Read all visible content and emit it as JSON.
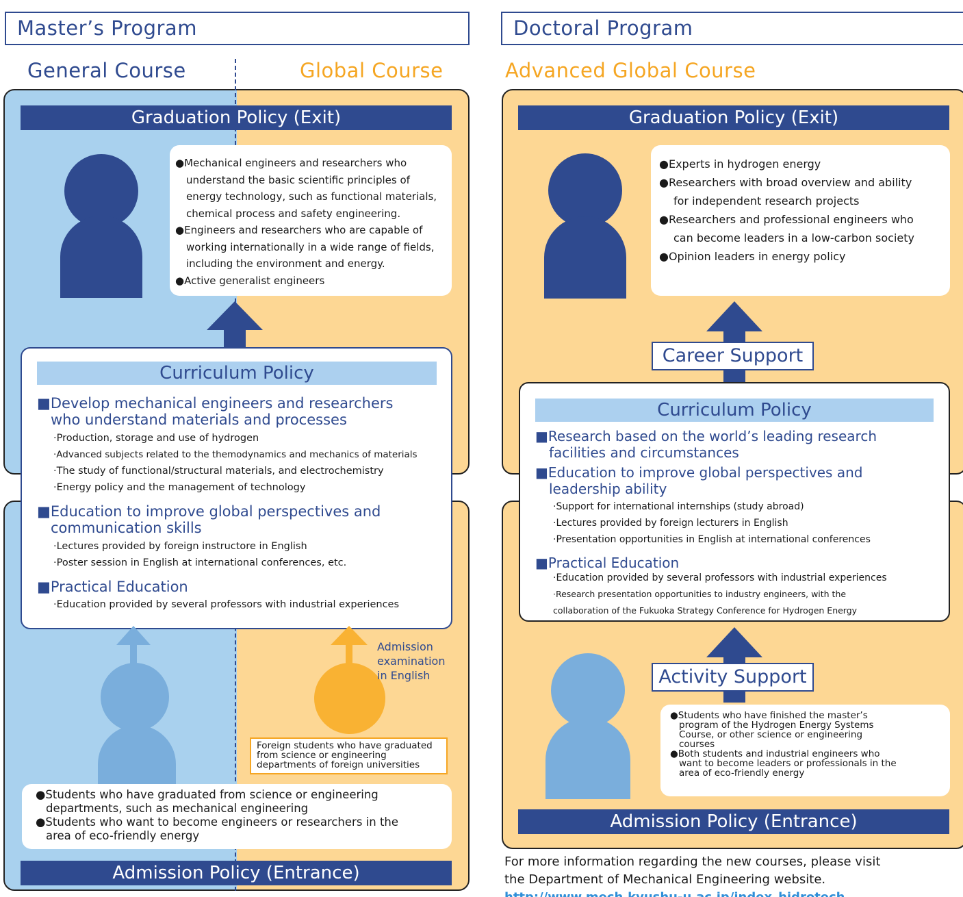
{
  "masters": {
    "program_title": "Master’s Program",
    "general_course": "General Course",
    "global_course": "Global Course",
    "graduation_title": "Graduation Policy (Exit)",
    "graduation_items": [
      "●Mechanical engineers and researchers who",
      "understand the basic scientific principles of",
      "energy technology, such as functional materials,",
      "chemical process and safety engineering.",
      "●Engineers and researchers who are capable of",
      "working internationally in a wide range of fields,",
      "including the environment and energy.",
      "●Active generalist engineers"
    ],
    "curriculum_title": "Curriculum Policy",
    "curriculum": {
      "h1a": "■Develop mechanical engineers and researchers",
      "h1b": "who understand materials and processes",
      "s1": [
        "·Production, storage and use of hydrogen",
        "·Advanced subjects related to the themodynamics and mechanics of materials",
        "·The study of functional/structural materials, and electrochemistry",
        "·Energy policy and the management of technology"
      ],
      "h2a": "■Education to improve global perspectives and",
      "h2b": "communication skills",
      "s2": [
        "·Lectures provided by foreign instructore in English",
        "·Poster session in English at international conferences, etc."
      ],
      "h3": "■Practical Education",
      "s3": [
        "·Education provided by several professors with industrial experiences"
      ]
    },
    "admission_exam": [
      "Admission",
      "examination",
      "in English"
    ],
    "foreign_students": [
      "Foreign students who have graduated",
      "from science or engineering",
      "departments of foreign universities"
    ],
    "admission_items": [
      "●Students who have graduated from science or engineering",
      "departments, such as mechanical engineering",
      "●Students who want to become engineers or researchers in the",
      "area of eco-friendly energy"
    ],
    "admission_title": "Admission Policy (Entrance)"
  },
  "doctoral": {
    "program_title": "Doctoral Program",
    "course": "Advanced Global Course",
    "graduation_title": "Graduation Policy (Exit)",
    "graduation_items": [
      "●Experts in hydrogen energy",
      "●Researchers with broad overview and ability",
      "for independent research projects",
      "●Researchers and professional engineers who",
      "can become leaders in a low-carbon society",
      "●Opinion leaders in energy policy"
    ],
    "career_support": "Career Support",
    "curriculum_title": "Curriculum Policy",
    "curriculum": {
      "h1a": "■Research based on the world’s leading research",
      "h1b": "facilities and circumstances",
      "h2a": "■Education to improve global perspectives and",
      "h2b": "leadership ability",
      "s2": [
        "·Support for international internships (study abroad)",
        "·Lectures provided by foreign lecturers in English",
        "·Presentation opportunities in English at international conferences"
      ],
      "h3": "■Practical Education",
      "s3": [
        "·Education provided by several professors with industrial experiences",
        "·Research presentation opportunities to industry engineers, with the",
        "collaboration of the Fukuoka Strategy Conference for Hydrogen Energy"
      ]
    },
    "activity_support": "Activity Support",
    "admission_items": [
      "●Students who have finished the master’s",
      "program of the Hydrogen Energy Systems",
      "Course, or other science or engineering",
      "courses",
      "●Both students and industrial engineers who",
      "want to become leaders or professionals in the",
      "area of eco-friendly energy"
    ],
    "admission_title": "Admission Policy (Entrance)"
  },
  "footer": {
    "line1": "For more information regarding the new courses, please visit",
    "line2": "the Department of Mechanical Engineering website.",
    "link": "http://www.mech.kyushu-u.ac.jp/index_hidrotech"
  },
  "colors": {
    "navy": "#2f4a8f",
    "light_blue": "#a9d1ee",
    "light_orange": "#fdd794",
    "orange": "#f5a623",
    "person_navy": "#2f4a8f",
    "person_blue": "#7aaedc",
    "person_orange": "#f9b233"
  }
}
